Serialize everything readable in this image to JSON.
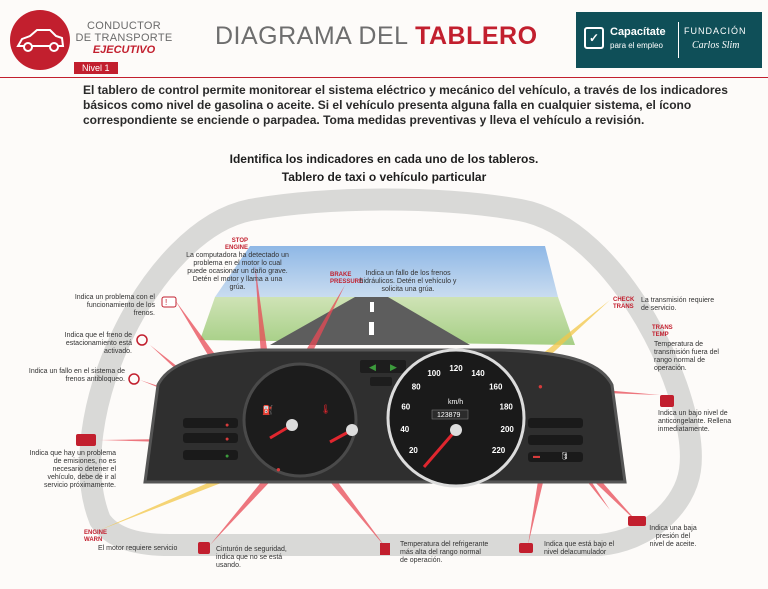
{
  "header": {
    "brand_line1": "CONDUCTOR",
    "brand_line2": "DE TRANSPORTE",
    "brand_line3": "EJECUTIVO",
    "level": "Nivel 1",
    "title_plain": "DIAGRAMA DEL",
    "title_bold": "TABLERO",
    "partner_name": "Capacítate",
    "partner_tagline": "para el empleo",
    "partner_foundation": "FUNDACIÓN",
    "partner_signature": "Carlos Slim"
  },
  "intro": "El tablero de control permite monitorear el sistema eléctrico y mecánico del vehículo, a través de los indicadores básicos como nivel de gasolina o aceite. Si el vehículo presenta alguna falla en cualquier sistema, el ícono correspondiente se enciende o parpadea. Toma medidas preventivas y lleva el vehículo a revisión.",
  "subtitle1": "Identifica los indicadores en cada uno de los tableros.",
  "subtitle2": "Tablero de taxi o vehículo particular",
  "speedometer": {
    "ticks": [
      "20",
      "40",
      "60",
      "80",
      "100",
      "120",
      "140",
      "160",
      "180",
      "200",
      "220"
    ],
    "unit": "km/h",
    "odometer": "123879"
  },
  "indicators": {
    "stop_engine_tag": "STOP\nENGINE",
    "stop_engine_text": "La computadora ha detectado un problema en el motor lo cual puede ocasionar un daño grave. Detén el motor y llama a una grúa.",
    "brake_tag": "BRAKE\nPRESSURE",
    "brake_text": "Indica un fallo de los frenos hidráulicos. Detén el vehículo y solicita una grúa.",
    "brake_warn_text": "Indica un problema con el funcionamiento de los frenos.",
    "parking_text": "Indica que el freno de estacionamiento está activado.",
    "abs_text": "Indica un fallo en el sistema de frenos antibloqueo.",
    "emissions_text": "Indica que hay un problema de emisiones, no es necesario detener el vehículo, debe de ir al servicio próximamente.",
    "engine_warn_tag": "ENGINE\nWARN",
    "engine_warn_text": "El motor requiere servicio",
    "seatbelt_text": "Cinturón de seguridad, indica que no se está usando.",
    "coolant_temp_text": "Temperatura del refrigerante más alta del rango normal de operación.",
    "battery_text": "Indica que está bajo el nivel delacumulador",
    "check_trans_tag": "CHECK\nTRANS",
    "check_trans_text": "La transmisión requiere de servicio.",
    "trans_temp_tag": "TRANS\nTEMP",
    "trans_temp_text": "Temperatura de transmisión fuera del rango normal de operación.",
    "antifreeze_text": "Indica un bajo nivel de anticongelante. Rellena inmediatamente.",
    "oil_text": "Indica una baja presión del nivel de aceite."
  },
  "colors": {
    "brand_red": "#c21f2e",
    "partner_teal": "#0f4f58",
    "road_gray": "#dadad8",
    "panel_dark": "#3b3b3b"
  }
}
